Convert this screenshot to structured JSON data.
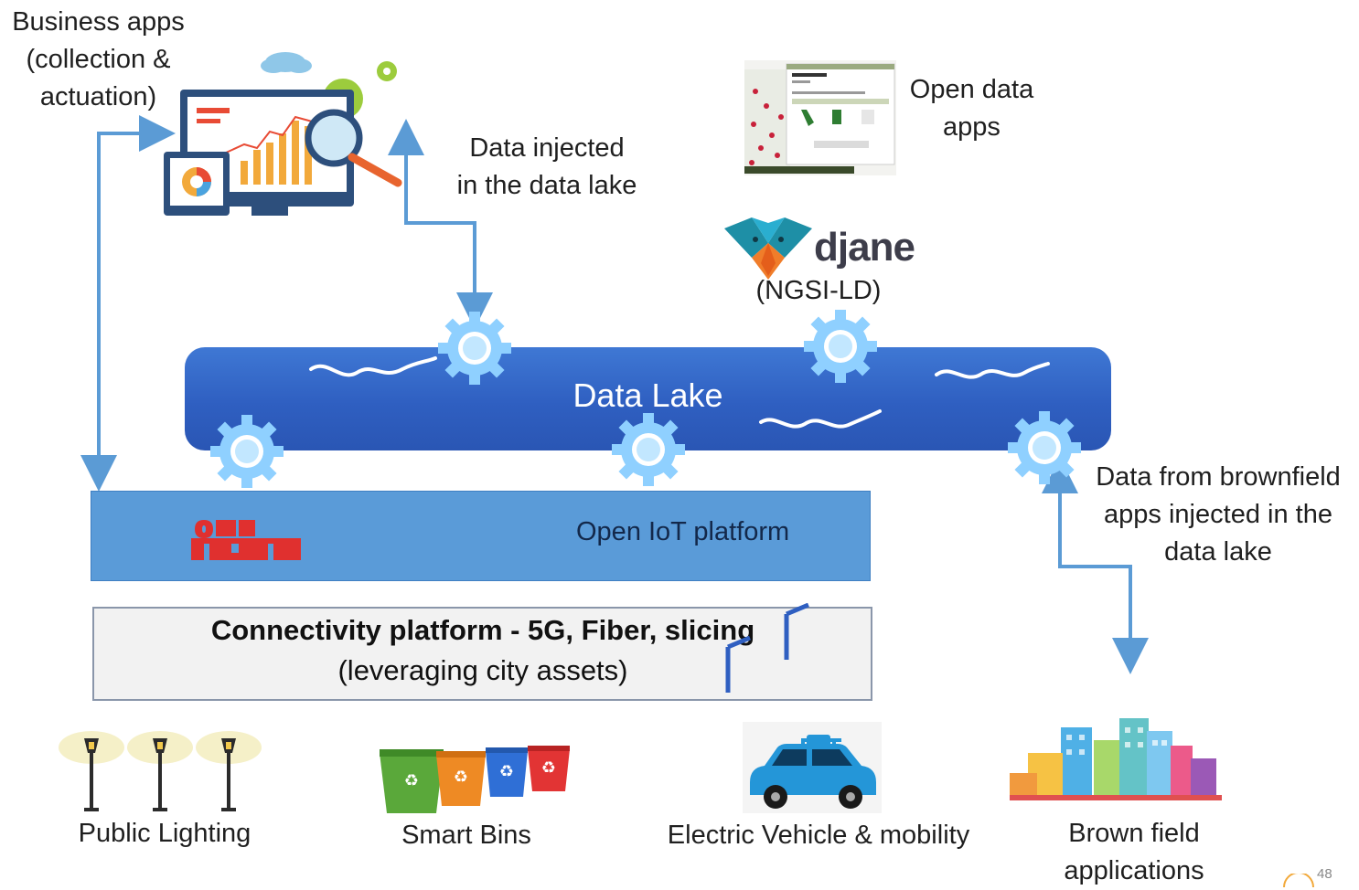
{
  "labels": {
    "business_apps": [
      "Business apps",
      "(collection &",
      "actuation)"
    ],
    "open_data_apps": [
      "Open data",
      "apps"
    ],
    "data_injected": [
      "Data injected",
      "in the data lake"
    ],
    "brownfield_injected": [
      "Data from brownfield",
      "apps injected in the",
      "data lake"
    ]
  },
  "djane": {
    "name": "djane",
    "standard": "(NGSI-LD)"
  },
  "data_lake": {
    "title": "Data Lake"
  },
  "iot_platform": {
    "title": "Open IoT platform",
    "logo": "oneM2M-logo"
  },
  "connectivity": {
    "title": "Connectivity platform - 5G, Fiber, slicing",
    "subtitle": "(leveraging city assets)"
  },
  "bottom_items": [
    {
      "label": [
        "Public Lighting"
      ],
      "icon": "street-lamps-icon"
    },
    {
      "label": [
        "Smart Bins"
      ],
      "icon": "recycling-bins-icon"
    },
    {
      "label": [
        "Electric Vehicle & mobility"
      ],
      "icon": "electric-car-icon"
    },
    {
      "label": [
        "Brown field",
        "applications"
      ],
      "icon": "city-buildings-icon"
    }
  ],
  "page_number": "48",
  "colors": {
    "arrow": "#5b9bd5",
    "lake": "#3465c8",
    "iot": "#5a9bd8",
    "gear": "#8fd0ff"
  }
}
